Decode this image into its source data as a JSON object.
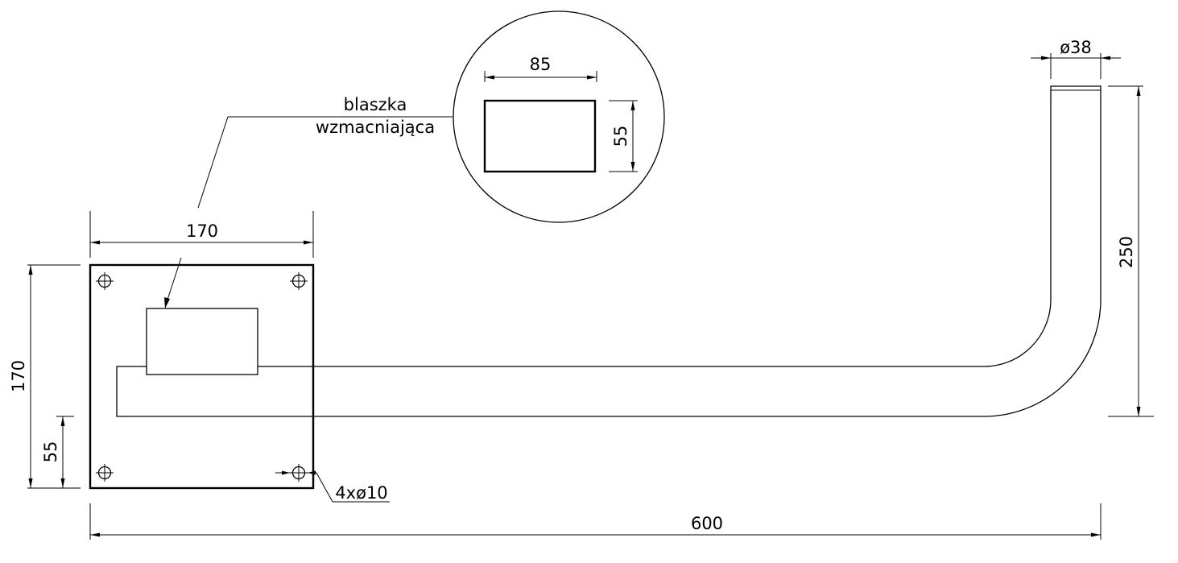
{
  "labels": {
    "callout_line1": "blaszka",
    "callout_line2": "wzmacniająca"
  },
  "dimensions": {
    "plate_width": "170",
    "plate_height": "170",
    "tube_offset": "55",
    "total_length": "600",
    "vertical_height": "250",
    "pipe_diameter": "ø38",
    "holes": "4xø10",
    "detail_width": "85",
    "detail_height": "55"
  }
}
